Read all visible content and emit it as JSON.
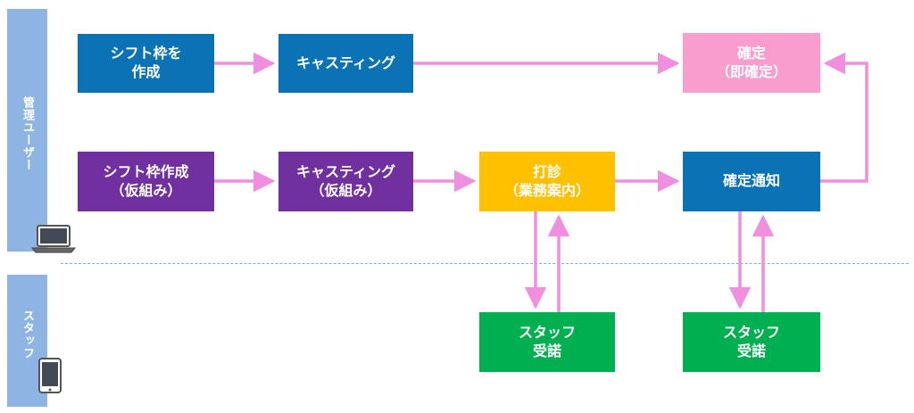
{
  "lanes": {
    "admin": {
      "label": "管理ユーザー",
      "device_icon": "laptop-icon"
    },
    "staff": {
      "label": "スタッフ",
      "device_icon": "tablet-icon"
    }
  },
  "nodes": {
    "shift_create": {
      "line1": "シフト枠を",
      "line2": "作成"
    },
    "casting": {
      "line1": "キャスティング",
      "line2": ""
    },
    "confirm_instant": {
      "line1": "確定",
      "line2": "（即確定）"
    },
    "shift_create_temp": {
      "line1": "シフト枠作成",
      "line2": "（仮組み）"
    },
    "casting_temp": {
      "line1": "キャスティング",
      "line2": "（仮組み）"
    },
    "inquiry": {
      "line1": "打診",
      "line2": "（業務案内）"
    },
    "confirm_notice": {
      "line1": "確定通知",
      "line2": ""
    },
    "staff_accept_1": {
      "line1": "スタッフ",
      "line2": "受諾"
    },
    "staff_accept_2": {
      "line1": "スタッフ",
      "line2": "受諾"
    }
  },
  "colors": {
    "blue": "#0b73b5",
    "purple": "#7030a0",
    "pink": "#f99cce",
    "orange": "#ffc000",
    "green": "#00b050",
    "arrow": "#f08ee0",
    "lane": "#8db4e2"
  }
}
